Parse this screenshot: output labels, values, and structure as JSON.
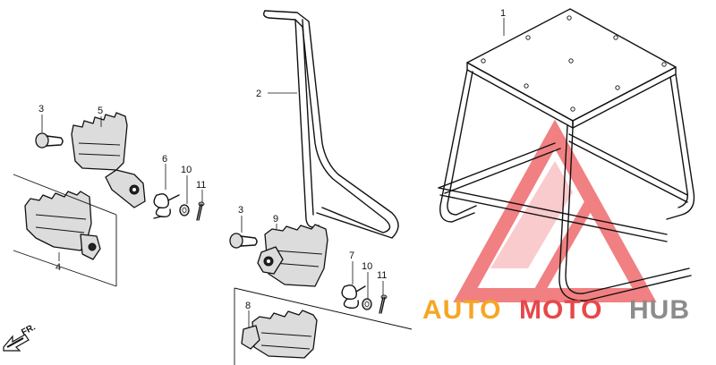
{
  "diagram": {
    "callouts": [
      "1",
      "2",
      "3",
      "5",
      "6",
      "10",
      "11",
      "4",
      "3",
      "9",
      "7",
      "10",
      "11",
      "8"
    ],
    "direction_label": "FR.",
    "watermark": {
      "part1": "AUTO",
      "part2": "MOTO",
      "part3": "HUB",
      "colors": {
        "orange": "#f5a623",
        "red": "#e8474a",
        "gray": "#8c8c8c"
      }
    }
  }
}
